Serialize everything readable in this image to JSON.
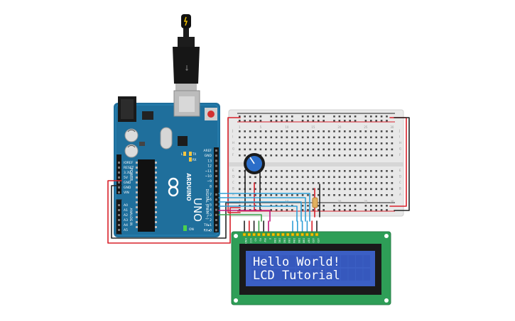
{
  "arduino": {
    "brand": "ARDUINO",
    "model": "UNO",
    "on_label": "ON",
    "tx_label": "TX",
    "rx_label": "RX",
    "l_label": "L",
    "power_label": "POWER",
    "analog_label": "ANALOG IN",
    "digital_label": "DIGITAL (PWM ~)",
    "power_pins": [
      "IOREF",
      "RESET",
      "3.3V",
      "5V",
      "GND",
      "GND",
      "VIN"
    ],
    "analog_pins": [
      "A0",
      "A1",
      "A2",
      "A3",
      "A4",
      "A5"
    ],
    "digital_pins_top": [
      "AREF",
      "GND",
      "13",
      "12",
      "~11",
      "~10",
      "~9",
      "8"
    ],
    "digital_pins_bottom": [
      "7",
      "~6",
      "~5",
      "4",
      "~3",
      "2",
      "TX▸1",
      "RX◂0"
    ]
  },
  "breadboard": {
    "column_numbers": [
      "1",
      "5",
      "10",
      "15",
      "20",
      "25",
      "30"
    ],
    "row_letters_top": [
      "J",
      "I",
      "H",
      "G",
      "F"
    ],
    "row_letters_bottom": [
      "E",
      "D",
      "C",
      "B",
      "A"
    ]
  },
  "lcd": {
    "line1": "Hello World!",
    "line2": "LCD Tutorial",
    "pin_labels": [
      "GND",
      "VCC",
      "V0",
      "RS",
      "RW",
      "E",
      "DB0",
      "DB1",
      "DB2",
      "DB3",
      "DB4",
      "DB5",
      "DB6",
      "DB7",
      "LED",
      "LED"
    ]
  },
  "colors": {
    "arduino_board": "#1f6f9c",
    "breadboard": "#e8e8e8",
    "lcd_pcb": "#2e9e57",
    "lcd_screen": "#3b5fc4",
    "wire_red": "#d9202a",
    "wire_black": "#222222",
    "wire_blue": "#2f9fd6",
    "wire_pink": "#c2187a",
    "wire_green": "#3ba34a"
  }
}
